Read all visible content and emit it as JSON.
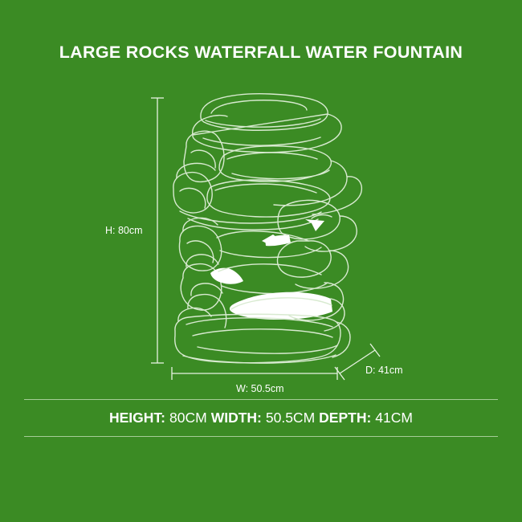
{
  "colors": {
    "background": "#3b8b24",
    "stroke": "#d8ead0",
    "water": "#ffffff",
    "text": "#ffffff",
    "rule": "#b9d8ab"
  },
  "header": {
    "title": "LARGE ROCKS WATERFALL WATER FOUNTAIN"
  },
  "diagram": {
    "subject": "large-rocks-waterfall-water-fountain",
    "height_label": "H: 80cm",
    "width_label": "W: 50.5cm",
    "depth_label": "D: 41cm"
  },
  "footer": {
    "height_key": "HEIGHT:",
    "height_value": "80CM",
    "width_key": "WIDTH:",
    "width_value": "50.5CM",
    "depth_key": "DEPTH:",
    "depth_value": "41CM"
  }
}
